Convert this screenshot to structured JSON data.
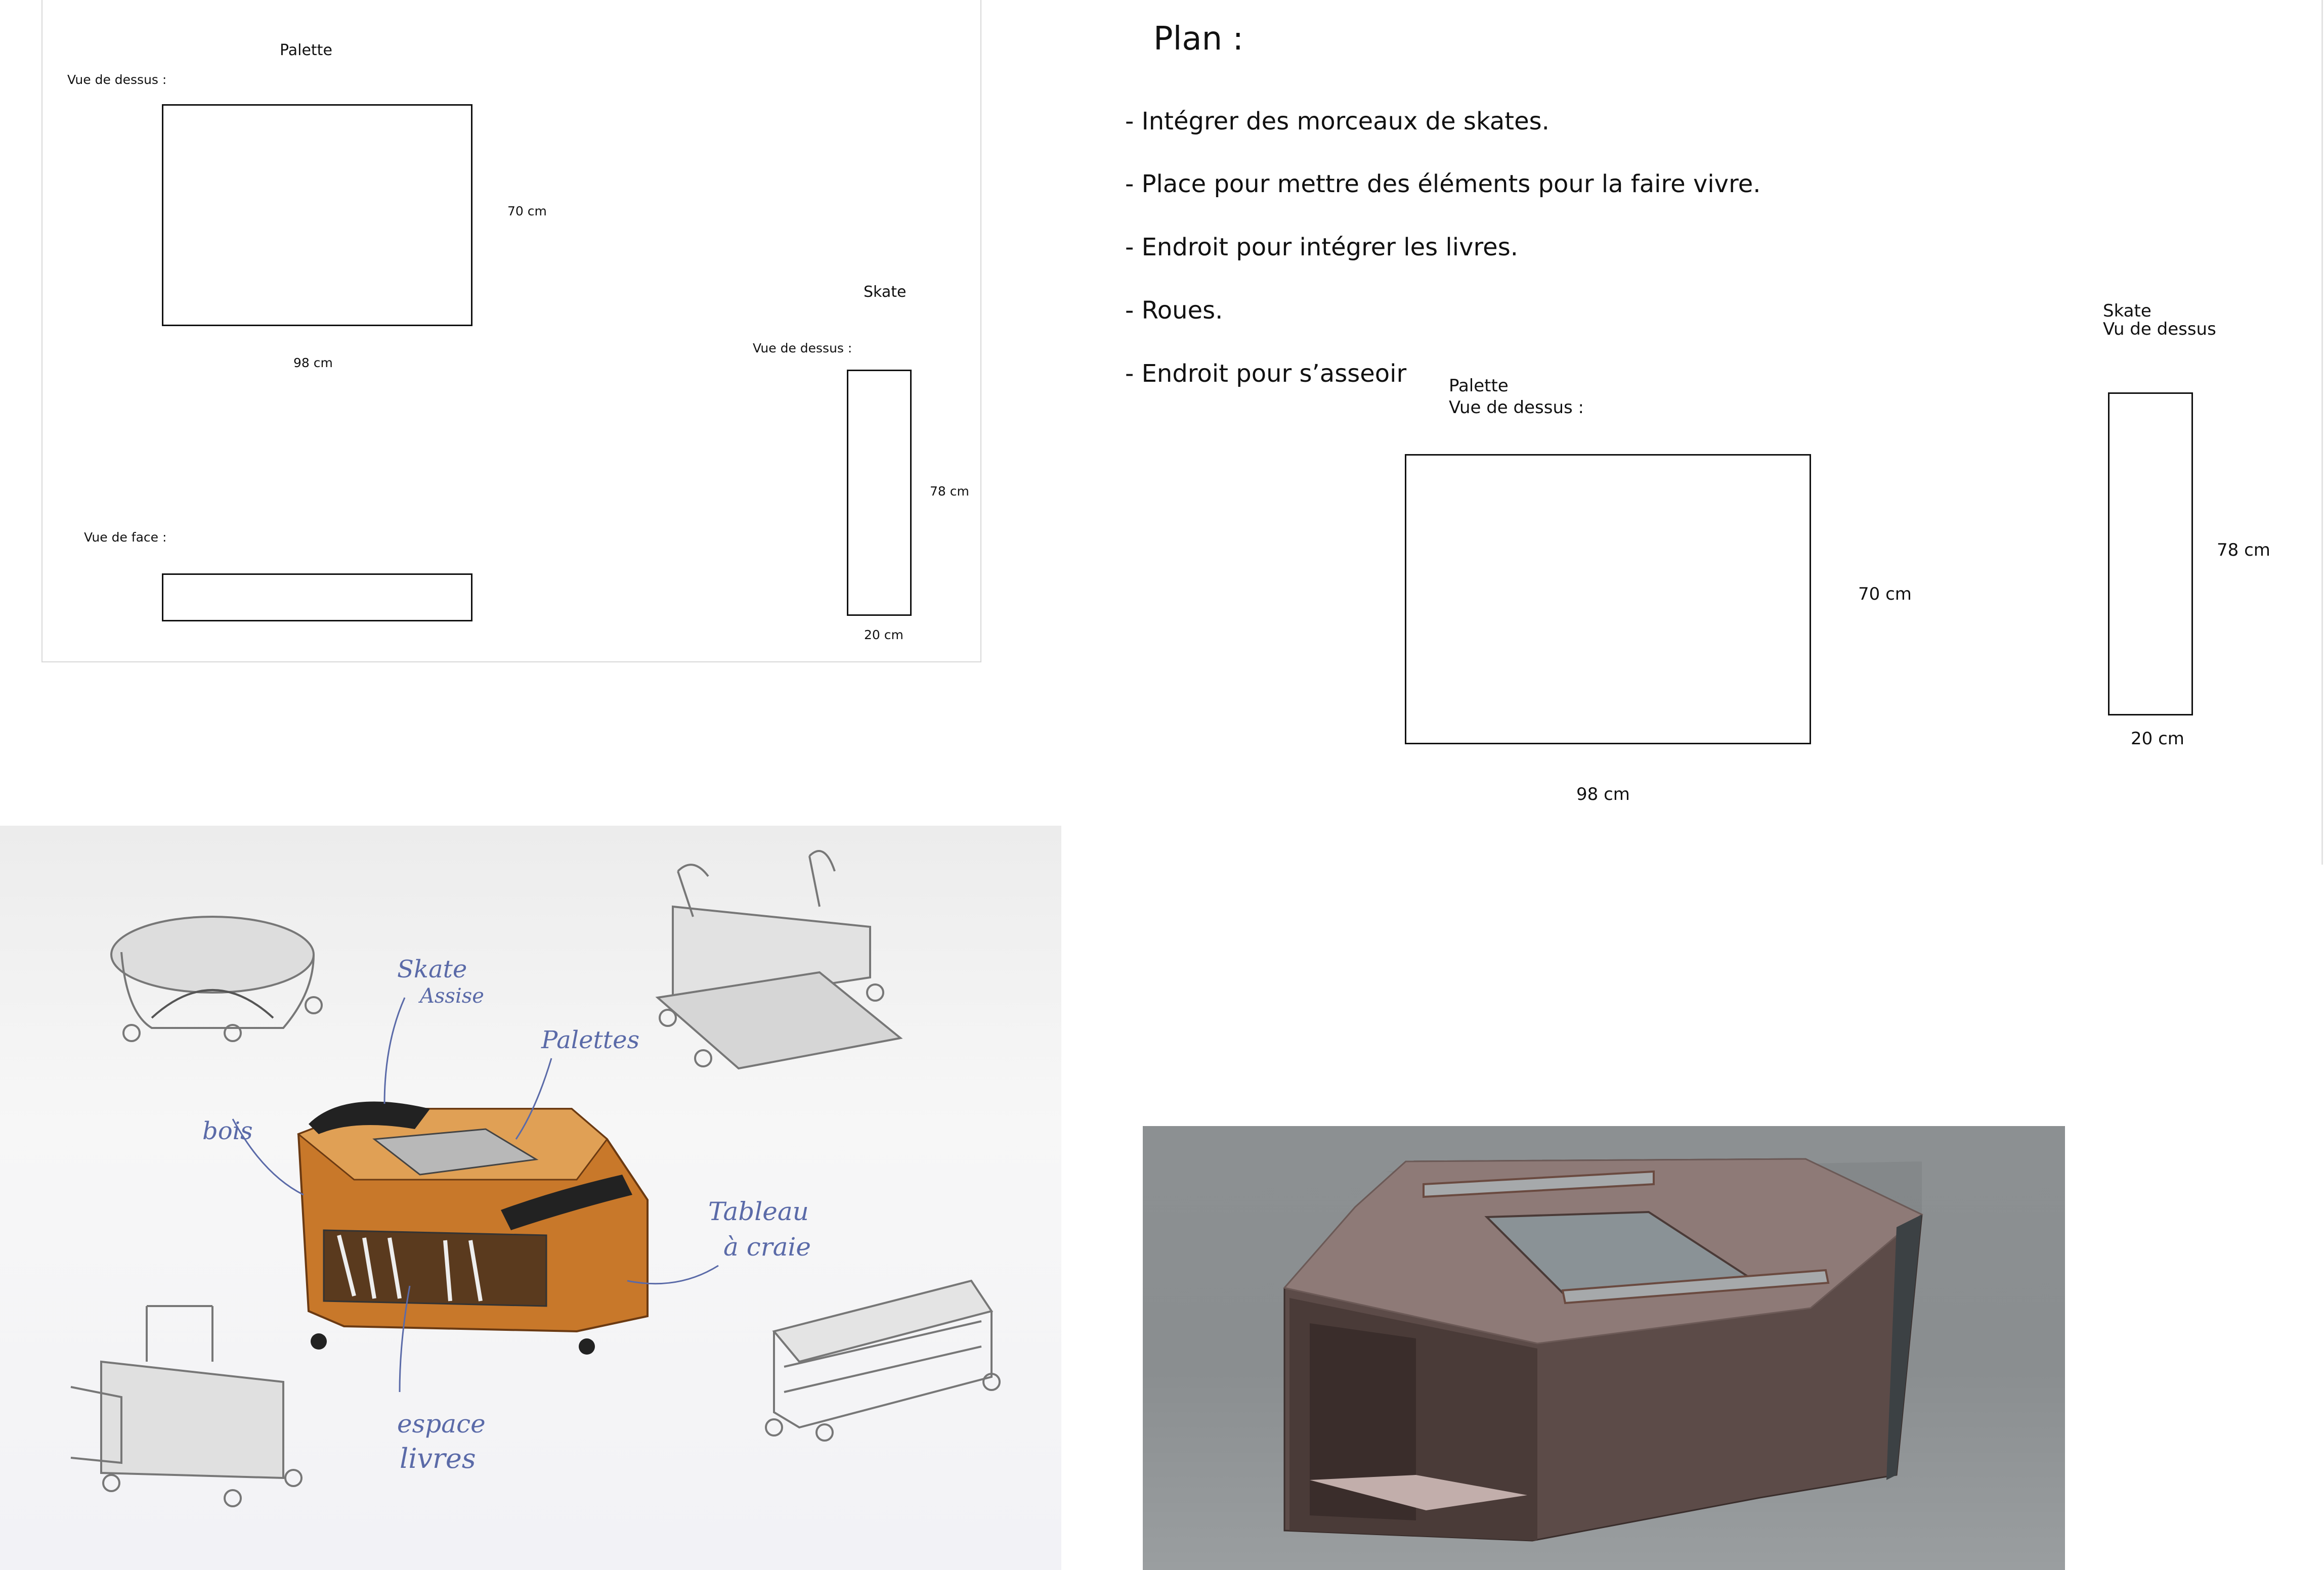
{
  "small_plan": {
    "title": "Palette",
    "top_view_label": "Vue de dessus :",
    "height_label": "70 cm",
    "width_label": "98 cm",
    "front_view_label": "Vue de face :",
    "skate_title": "Skate",
    "skate_view_label": "Vue de dessus :",
    "skate_height_label": "78 cm",
    "skate_width_label": "20 cm"
  },
  "plan": {
    "title": "Plan :",
    "items": [
      "- Intégrer des morceaux de skates.",
      "- Place pour mettre des éléments pour la faire vivre.",
      "- Endroit pour intégrer les livres.",
      "- Roues.",
      "- Endroit pour s’asseoir"
    ],
    "palette_title": "Palette",
    "palette_view": "Vue de dessus :",
    "palette_height": "70 cm",
    "palette_width": "98 cm",
    "skate_title": "Skate",
    "skate_view": "Vu de dessus",
    "skate_height": "78 cm",
    "skate_width": "20 cm"
  },
  "sketch": {
    "annotations": [
      "Skate",
      "Assise",
      "Palettes",
      "bois",
      "Tableau",
      "à craie",
      "espace",
      "livres"
    ]
  },
  "colors": {
    "wood": "#c8782a",
    "render_box": "#5c4b48",
    "render_top": "#8e7a77",
    "ink": "#5a6aa8"
  }
}
